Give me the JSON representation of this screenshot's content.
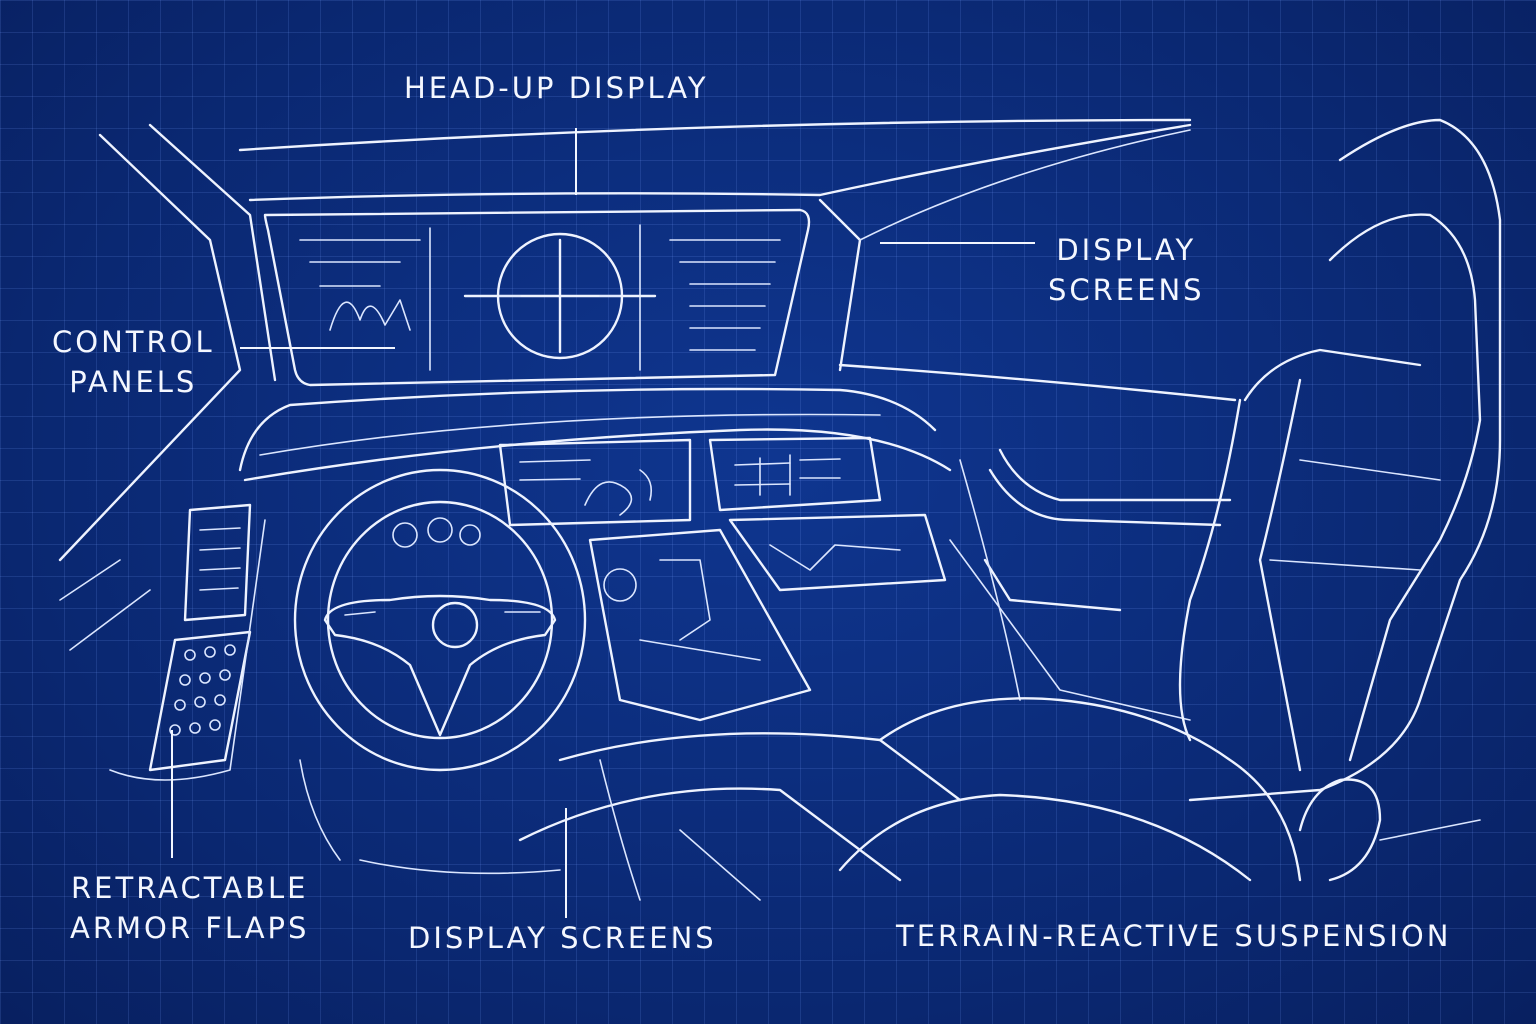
{
  "labels": {
    "head_up_display": "HEAD-UP DISPLAY",
    "display_screens_right": [
      "DISPLAY",
      "SCREENS"
    ],
    "control_panels": [
      "CONTROL",
      "PANELS"
    ],
    "retractable_armor_flaps": [
      "RETRACTABLE",
      "ARMOR FLAPS"
    ],
    "display_screens_bottom": "DISPLAY SCREENS",
    "terrain_reactive_suspension": "TERRAIN-REACTIVE SUSPENSION"
  },
  "colors": {
    "background": "#0b2a78",
    "line": "#eef3ff"
  }
}
